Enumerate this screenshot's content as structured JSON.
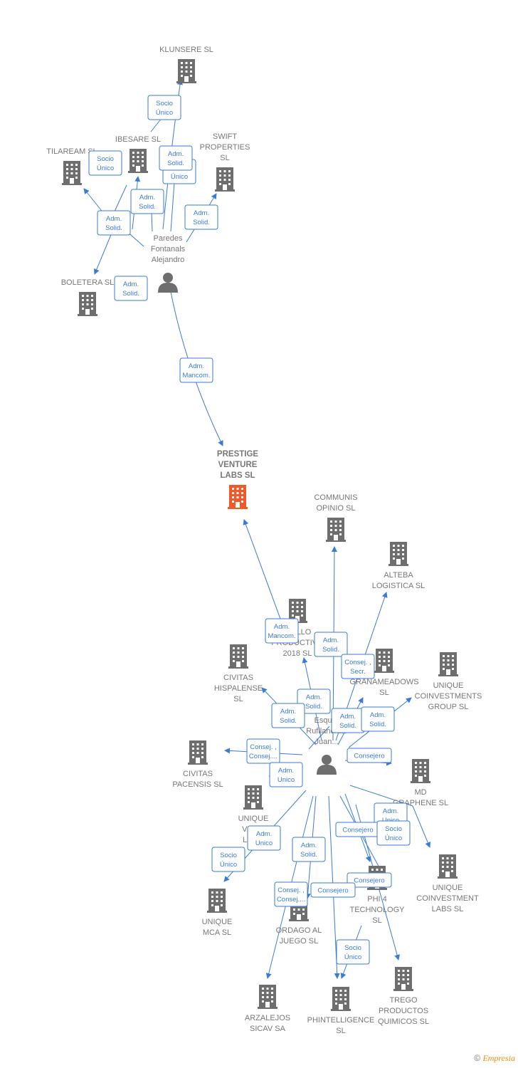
{
  "colors": {
    "edge": "#3a7bd5",
    "building": "#6e6e6e",
    "main_building": "#f05a28",
    "person": "#6e6e6e"
  },
  "nodes": [
    {
      "id": "klunsere",
      "kind": "company",
      "lines": [
        "KLUNSERE  SL"
      ]
    },
    {
      "id": "ibesare",
      "kind": "company",
      "lines": [
        "IBESARE  SL"
      ]
    },
    {
      "id": "tilaream",
      "kind": "company",
      "lines": [
        "TILAREAM  SL"
      ]
    },
    {
      "id": "swift",
      "kind": "company",
      "lines": [
        "SWIFT",
        "PROPERTIES",
        "SL"
      ]
    },
    {
      "id": "boletera",
      "kind": "company",
      "lines": [
        "BOLETERA  SL"
      ]
    },
    {
      "id": "paredes",
      "kind": "person",
      "lines": [
        "Paredes",
        "Fontanals",
        "Alejandro"
      ]
    },
    {
      "id": "prestige",
      "kind": "main",
      "lines": [
        "PRESTIGE",
        "VENTURE",
        "LABS  SL"
      ]
    },
    {
      "id": "communis",
      "kind": "company",
      "lines": [
        "COMMUNIS",
        "OPINIO  SL"
      ]
    },
    {
      "id": "alteba",
      "kind": "company",
      "lines": [
        "ALTEBA",
        "LOGISTICA  SL"
      ]
    },
    {
      "id": "desarrollo",
      "kind": "company",
      "lines": [
        "...OLLO",
        "PRODUCTIVO",
        "2018  SL"
      ]
    },
    {
      "id": "civitas_h",
      "kind": "company",
      "lines": [
        "CIVITAS",
        "HISPALENSE",
        "SL"
      ]
    },
    {
      "id": "granameadows",
      "kind": "company",
      "lines": [
        "GRANAMEADOWS",
        "SL"
      ]
    },
    {
      "id": "unique_group",
      "kind": "company",
      "lines": [
        "UNIQUE",
        "COINVESTMENTS",
        "GROUP  SL"
      ]
    },
    {
      "id": "civitas_p",
      "kind": "company",
      "lines": [
        "CIVITAS",
        "PACENSIS  SL"
      ]
    },
    {
      "id": "esquer",
      "kind": "person",
      "lines": [
        "Esquer",
        "Rufilanchas",
        "Juan..."
      ]
    },
    {
      "id": "md",
      "kind": "company",
      "lines": [
        "MD",
        "GRAPHENE  SL"
      ]
    },
    {
      "id": "unique_ven",
      "kind": "company",
      "lines": [
        "UNIQUE",
        "VEN...",
        "LAB..."
      ]
    },
    {
      "id": "unique_labs",
      "kind": "company",
      "lines": [
        "UNIQUE",
        "COINVESTMENT",
        "LABS  SL"
      ]
    },
    {
      "id": "unique_mca",
      "kind": "company",
      "lines": [
        "UNIQUE",
        "MCA  SL"
      ]
    },
    {
      "id": "phi4",
      "kind": "company",
      "lines": [
        "PHI 4",
        "TECHNOLOGY",
        "SL"
      ]
    },
    {
      "id": "ordago",
      "kind": "company",
      "lines": [
        "ORDAGO AL",
        "JUEGO  SL"
      ]
    },
    {
      "id": "trego",
      "kind": "company",
      "lines": [
        "TREGO",
        "PRODUCTOS",
        "QUIMICOS  SL"
      ]
    },
    {
      "id": "arzalejos",
      "kind": "company",
      "lines": [
        "ARZALEJOS",
        "SICAV SA"
      ]
    },
    {
      "id": "phintelligence",
      "kind": "company",
      "lines": [
        "PHINTELLIGENCE",
        "SL"
      ]
    }
  ],
  "relations": [
    {
      "id": "r1",
      "lines": [
        "Socio",
        "Único"
      ]
    },
    {
      "id": "r2",
      "lines": [
        "Adm.",
        "Solid."
      ]
    },
    {
      "id": "r3",
      "lines": [
        "Socio",
        "Único"
      ]
    },
    {
      "id": "r4",
      "lines": [
        "Socio",
        "Único"
      ]
    },
    {
      "id": "r5",
      "lines": [
        "Adm.",
        "Solid."
      ]
    },
    {
      "id": "r6",
      "lines": [
        "Adm.",
        "Solid."
      ]
    },
    {
      "id": "r7",
      "lines": [
        "Adm.",
        "Solid."
      ]
    },
    {
      "id": "r8",
      "lines": [
        "Adm.",
        "Solid."
      ]
    },
    {
      "id": "r9",
      "lines": [
        "Adm.",
        "Mancom."
      ]
    },
    {
      "id": "r10",
      "lines": [
        "Adm.",
        "Mancom."
      ]
    },
    {
      "id": "r11",
      "lines": [
        "Adm.",
        "Solid."
      ]
    },
    {
      "id": "r12",
      "lines": [
        "Consej. ,",
        "Secr."
      ]
    },
    {
      "id": "r13",
      "lines": [
        "Adm.",
        "Solid."
      ]
    },
    {
      "id": "r14",
      "lines": [
        "Adm.",
        "Solid."
      ]
    },
    {
      "id": "r15",
      "lines": [
        "Adm.",
        "Solid."
      ]
    },
    {
      "id": "r16",
      "lines": [
        "Adm.",
        "Solid."
      ]
    },
    {
      "id": "r17",
      "lines": [
        "Consej. ,",
        "Consej...."
      ]
    },
    {
      "id": "r18",
      "lines": [
        "Adm.",
        "Unico"
      ]
    },
    {
      "id": "r19",
      "lines": [
        "Consejero"
      ]
    },
    {
      "id": "r20",
      "lines": [
        "Adm.",
        "Unico"
      ]
    },
    {
      "id": "r21",
      "lines": [
        "Consejero"
      ]
    },
    {
      "id": "r22",
      "lines": [
        "Socio",
        "Único"
      ]
    },
    {
      "id": "r23",
      "lines": [
        "Adm.",
        "Unico"
      ]
    },
    {
      "id": "r24",
      "lines": [
        "Socio",
        "Único"
      ]
    },
    {
      "id": "r25",
      "lines": [
        "Adm.",
        "Solid."
      ]
    },
    {
      "id": "r26",
      "lines": [
        "Consejero"
      ]
    },
    {
      "id": "r27",
      "lines": [
        "Consej. ,",
        "Consej...."
      ]
    },
    {
      "id": "r28",
      "lines": [
        "Consejero"
      ]
    },
    {
      "id": "r29",
      "lines": [
        "Socio",
        "Único"
      ]
    }
  ],
  "footer": {
    "copyright": "©",
    "brand": "Empresia"
  }
}
